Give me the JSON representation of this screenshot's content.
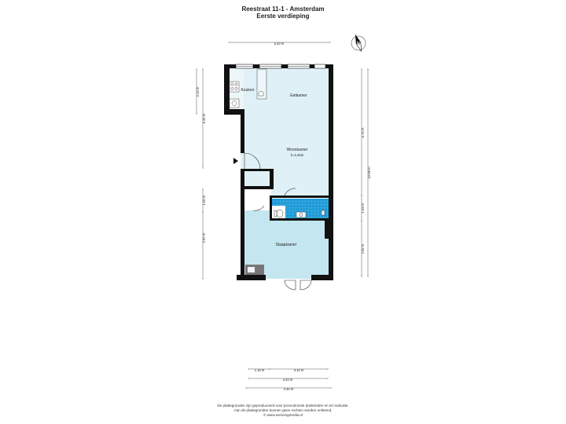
{
  "header": {
    "title": "Reestraat 11-1 - Amsterdam",
    "subtitle": "Eerste verdieping"
  },
  "compass": {
    "label": "N"
  },
  "rooms": {
    "keuken": "Keuken",
    "eetkamer": "Eetkamer",
    "woonkamer": "Woonkamer",
    "woonkamer_height": "h=2,45m",
    "slaapkamer": "Slaapkamer"
  },
  "dimensions": {
    "top_width": "5.43 m",
    "left_1": "2.13 m",
    "left_2": "5.32 m",
    "left_3": "1.00 m",
    "left_4": "2.97 m",
    "right_1": "6.74 m",
    "right_2": "10.89 m",
    "right_3": "1.03 m",
    "right_4": "2.92 m",
    "bottom_1a": "1.15 m",
    "bottom_1b": "3.14 m",
    "bottom_2": "4.24 m",
    "bottom_3": "4.44 m"
  },
  "footer": {
    "line1": "De plattegronden zijn geproduceerd voor promotionele doeleinden en ter indicatie.",
    "line2": "Aan de plattegronden kunnen geen rechten worden ontleend.",
    "line3": "© www.wonningmedia.nl"
  },
  "colors": {
    "floor_light": "#dff1f7",
    "floor_bedroom": "#c4e6f0",
    "bathroom_tile": "#1e9ad6",
    "wall": "#111111",
    "dimension_line": "#555555"
  }
}
